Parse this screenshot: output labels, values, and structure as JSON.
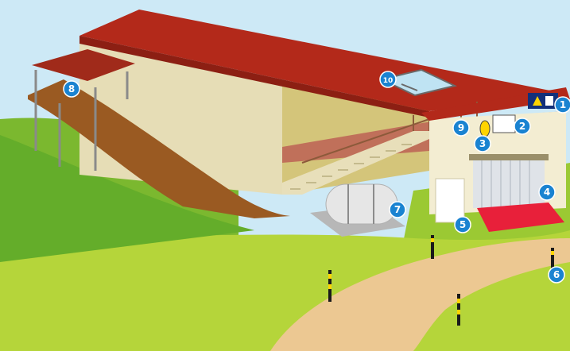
{
  "colors": {
    "sky": "#cde9f6",
    "grass_light": "#b5d53a",
    "grass_dark": "#64ad2a",
    "roof": "#b3291a",
    "roof_dark": "#8c1f13",
    "wall": "#eee7c8",
    "wall_shadow": "#d9d0a6",
    "interior": "#d4c57a",
    "mezzanine": "#c0705a",
    "earth_ramp": "#9a5a22",
    "path": "#ecc892",
    "tank": "#e6e6e6",
    "marker": "#1a83d1",
    "red_mat": "#e8203a"
  },
  "markers": [
    {
      "id": "marker-1",
      "label": "1"
    },
    {
      "id": "marker-2",
      "label": "2"
    },
    {
      "id": "marker-3",
      "label": "3"
    },
    {
      "id": "marker-4",
      "label": "4"
    },
    {
      "id": "marker-5",
      "label": "5"
    },
    {
      "id": "marker-6",
      "label": "6"
    },
    {
      "id": "marker-7",
      "label": "7"
    },
    {
      "id": "marker-8",
      "label": "8"
    },
    {
      "id": "marker-9",
      "label": "9"
    },
    {
      "id": "marker-10",
      "label": "10"
    }
  ],
  "icons": {
    "warning_sign": "warning-triangle-icon",
    "info_panel": "notice-panel-icon"
  }
}
